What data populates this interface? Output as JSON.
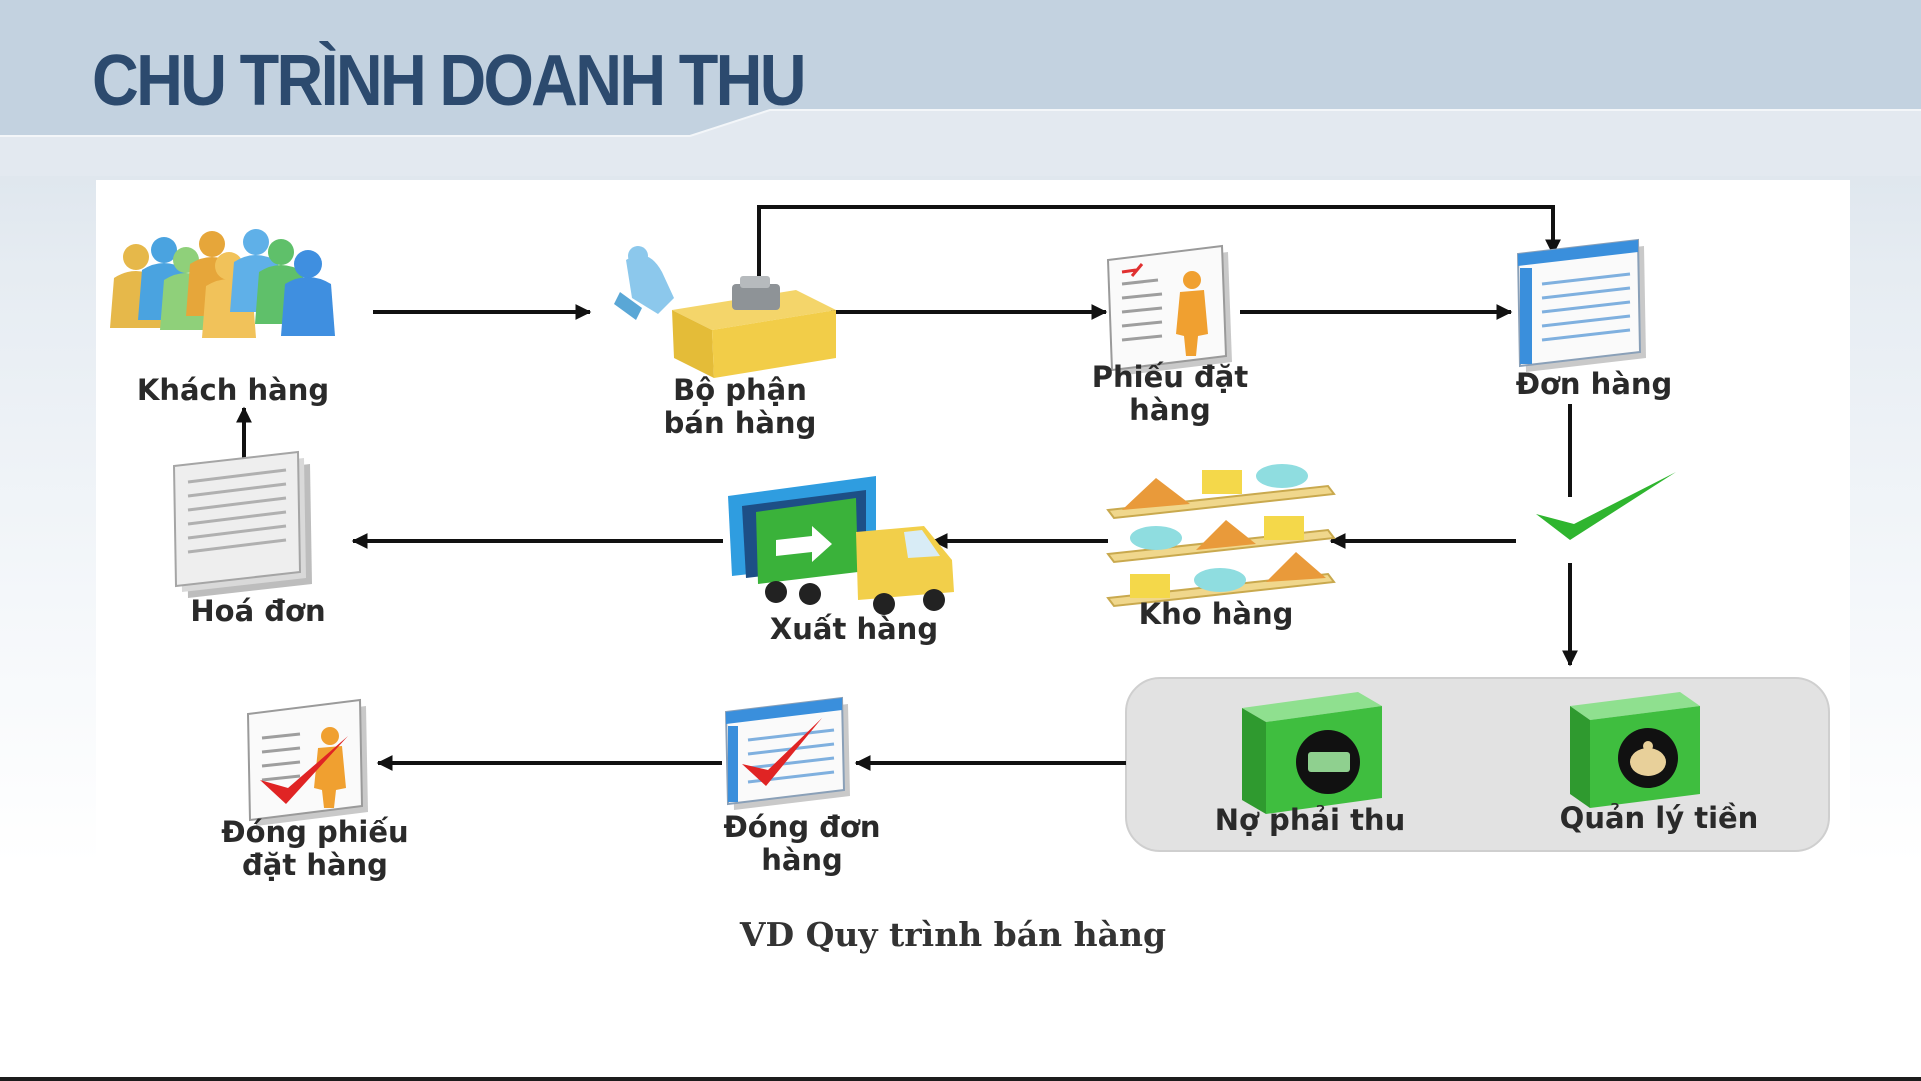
{
  "slide": {
    "title": "CHU TRÌNH DOANH THU",
    "caption": "VD Quy trình bán hàng"
  },
  "nodes": {
    "khach_hang": "Khách hàng",
    "bo_phan_ban_hang": [
      "Bộ phận",
      "bán hàng"
    ],
    "phieu_dat_hang": [
      "Phiếu đặt",
      "hàng"
    ],
    "don_hang": "Đơn hàng",
    "hoa_don": "Hoá đơn",
    "xuat_hang": "Xuất hàng",
    "kho_hang": "Kho hàng",
    "no_phai_thu": "Nợ phải thu",
    "quan_ly_tien": "Quản lý tiền",
    "dong_phieu_dat_hang": [
      "Đóng phiếu",
      "đặt hàng"
    ],
    "dong_don_hang": [
      "Đóng đơn",
      "hàng"
    ]
  },
  "colors": {
    "title": "#2c4a6e",
    "arrow": "#111111",
    "check": "#2fb52f",
    "ledger": "#3fae3f",
    "panel": "#e2e2e2"
  }
}
